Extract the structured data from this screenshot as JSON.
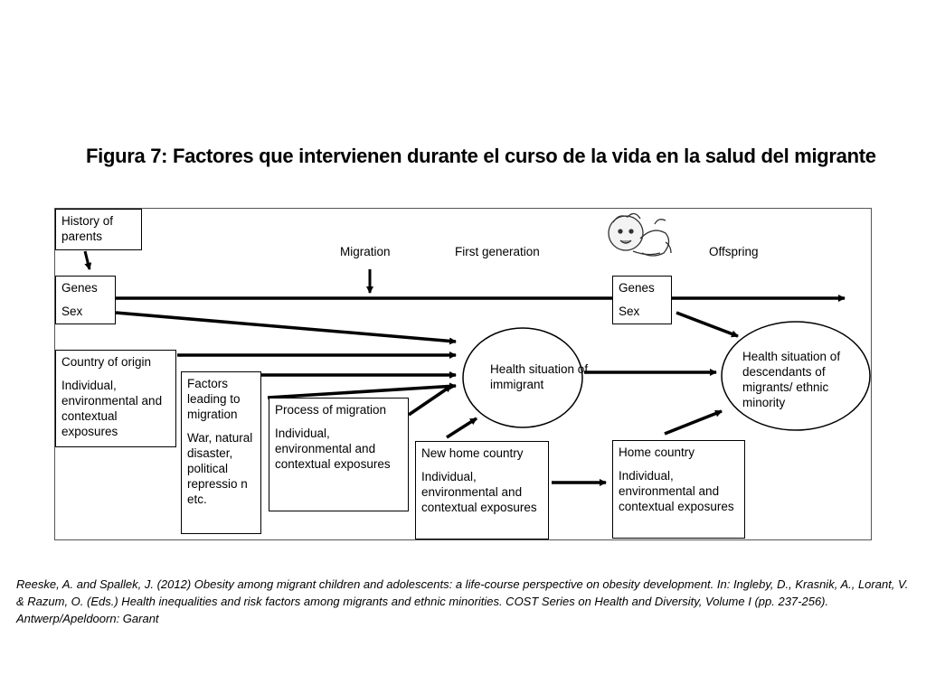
{
  "title": "Figura 7: Factores que intervienen durante el curso de la vida en la salud del migrante",
  "labels": {
    "migration": "Migration",
    "first_generation": "First generation",
    "offspring": "Offspring"
  },
  "boxes": {
    "history": "History of parents",
    "genes_left": {
      "line1": "Genes",
      "line2": "Sex"
    },
    "genes_right": {
      "line1": "Genes",
      "line2": "Sex"
    },
    "country_origin": {
      "heading": "Country of origin",
      "body": "Individual, environmental and contextual exposures"
    },
    "factors": {
      "heading": "Factors leading to migration",
      "body": "War, natural disaster, political repressio n etc."
    },
    "process": {
      "heading": "Process of migration",
      "body": "Individual, environmental and contextual exposures"
    },
    "new_home": {
      "heading": "New home country",
      "body": "Individual, environmental and contextual exposures"
    },
    "home": {
      "heading": "Home country",
      "body": "Individual, environmental and contextual exposures"
    }
  },
  "ellipses": {
    "immigrant": "Health situation of immigrant",
    "descendants": "Health situation of descendants of migrants/ ethnic minority"
  },
  "citation": "Reeske, A. and Spallek, J. (2012) Obesity among migrant children and adolescents: a life-course perspective on obesity development. In: Ingleby, D., Krasnik, A., Lorant, V. & Razum, O. (Eds.) Health inequalities and risk factors among migrants and ethnic minorities. COST Series on Health and Diversity, Volume I (pp. 237-256). Antwerp/Apeldoorn: Garant"
}
